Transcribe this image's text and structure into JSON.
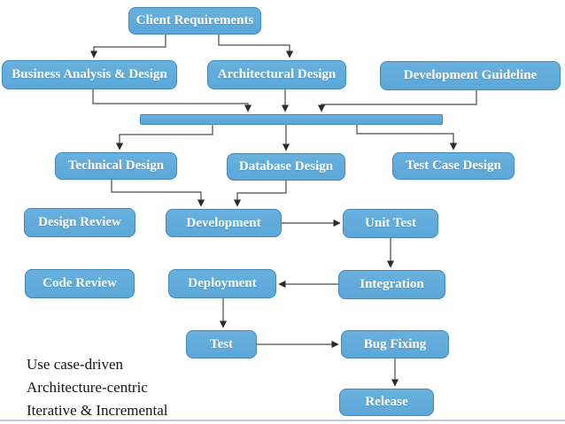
{
  "diagram": {
    "nodes": {
      "client_requirements": "Client Requirements",
      "business_analysis_design": "Business Analysis & Design",
      "architectural_design": "Architectural Design",
      "development_guideline": "Development Guideline",
      "technical_design": "Technical Design",
      "database_design": "Database Design",
      "test_case_design": "Test Case Design",
      "design_review": "Design Review",
      "development": "Development",
      "unit_test": "Unit Test",
      "code_review": "Code Review",
      "deployment": "Deployment",
      "integration": "Integration",
      "test": "Test",
      "bug_fixing": "Bug Fixing",
      "release": "Release"
    },
    "edges": [
      {
        "from": "client_requirements",
        "to": "business_analysis_design"
      },
      {
        "from": "client_requirements",
        "to": "architectural_design"
      },
      {
        "from": "business_analysis_design",
        "to": "sync_bar"
      },
      {
        "from": "architectural_design",
        "to": "sync_bar"
      },
      {
        "from": "development_guideline",
        "to": "sync_bar"
      },
      {
        "from": "sync_bar",
        "to": "technical_design"
      },
      {
        "from": "sync_bar",
        "to": "database_design"
      },
      {
        "from": "sync_bar",
        "to": "test_case_design"
      },
      {
        "from": "technical_design",
        "to": "development"
      },
      {
        "from": "database_design",
        "to": "development"
      },
      {
        "from": "development",
        "to": "unit_test"
      },
      {
        "from": "unit_test",
        "to": "integration"
      },
      {
        "from": "integration",
        "to": "deployment"
      },
      {
        "from": "deployment",
        "to": "test"
      },
      {
        "from": "test",
        "to": "bug_fixing"
      },
      {
        "from": "bug_fixing",
        "to": "release"
      }
    ],
    "annotations": [
      "Use case-driven",
      "Architecture-centric",
      "Iterative & Incremental"
    ],
    "colors": {
      "node_fill": "#5aa7d8",
      "node_border": "#4288b8",
      "node_text": "#ffffff",
      "connector": "#4a4a4a",
      "bottom_rule": "#b9cde5",
      "annotation_text": "#141414"
    }
  }
}
